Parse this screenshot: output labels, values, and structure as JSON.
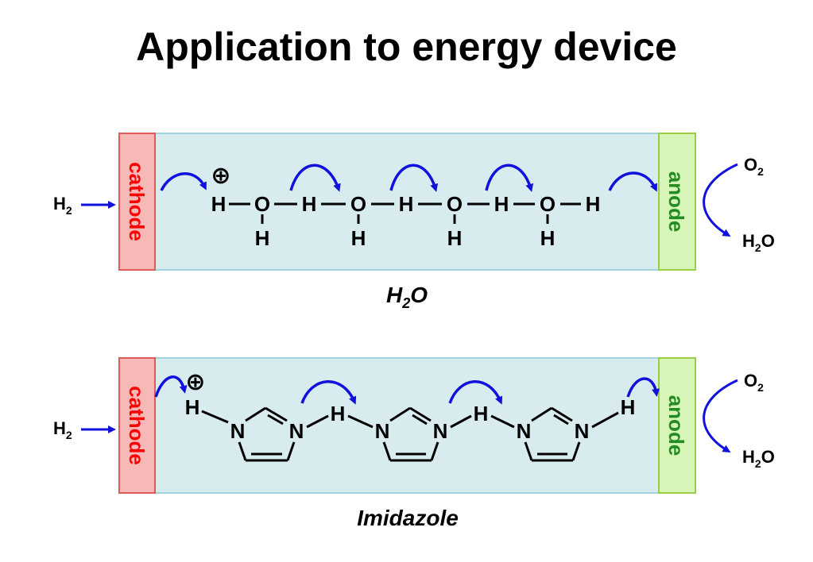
{
  "title": "Application to energy device",
  "colors": {
    "channel_fill": "#d8ecef",
    "channel_stroke": "#9fd4e0",
    "cathode_fill": "#f7b8b8",
    "cathode_stroke": "#e05a5a",
    "cathode_text": "#ff0000",
    "anode_fill": "#d8f5b8",
    "anode_stroke": "#9ccc44",
    "anode_text": "#228b22",
    "arrow": "#1111dd"
  },
  "panel_water": {
    "caption": "H2O",
    "cathode_label": "cathode",
    "anode_label": "anode",
    "input": "H2",
    "oxygen": "O2",
    "product": "H2O",
    "charge": "⊕",
    "atoms": {
      "h": "H",
      "o": "O"
    }
  },
  "panel_imidazole": {
    "caption": "Imidazole",
    "cathode_label": "cathode",
    "anode_label": "anode",
    "input": "H2",
    "oxygen": "O2",
    "product": "H2O",
    "charge": "⊕",
    "atoms": {
      "h": "H",
      "n": "N"
    }
  }
}
